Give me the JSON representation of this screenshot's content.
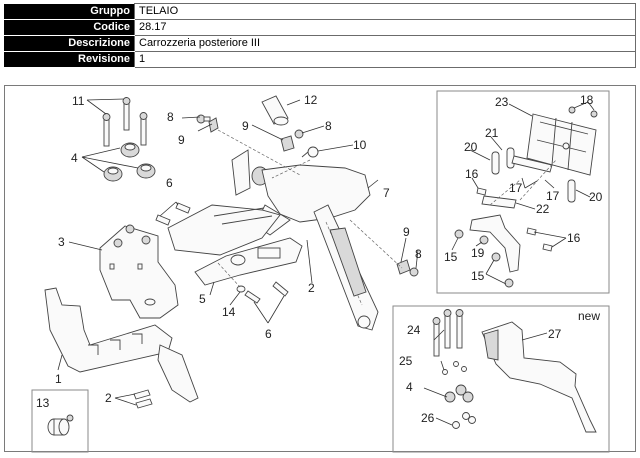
{
  "header": {
    "rows": [
      {
        "key": "Gruppo",
        "value": "TELAIO"
      },
      {
        "key": "Codice",
        "value": "28.17"
      },
      {
        "key": "Descrizione",
        "value": "Carrozzeria posteriore III"
      },
      {
        "key": "Revisione",
        "value": "1"
      }
    ]
  },
  "diagram": {
    "callouts": {
      "c1": "1",
      "c2a": "2",
      "c2b": "2",
      "c3": "3",
      "c4a": "4",
      "c4b": "4",
      "c5": "5",
      "c6a": "6",
      "c6b": "6",
      "c7": "7",
      "c8a": "8",
      "c8b": "8",
      "c8c": "8",
      "c9a": "9",
      "c9b": "9",
      "c9c": "9",
      "c10": "10",
      "c11": "11",
      "c12": "12",
      "c13": "13",
      "c14": "14",
      "c15a": "15",
      "c15b": "15",
      "c16a": "16",
      "c16b": "16",
      "c17a": "17",
      "c17b": "17",
      "c18": "18",
      "c19": "19",
      "c20a": "20",
      "c20b": "20",
      "c21": "21",
      "c22": "22",
      "c23": "23",
      "c24": "24",
      "c25": "25",
      "c26": "26",
      "c27": "27"
    },
    "new_label": "new"
  }
}
